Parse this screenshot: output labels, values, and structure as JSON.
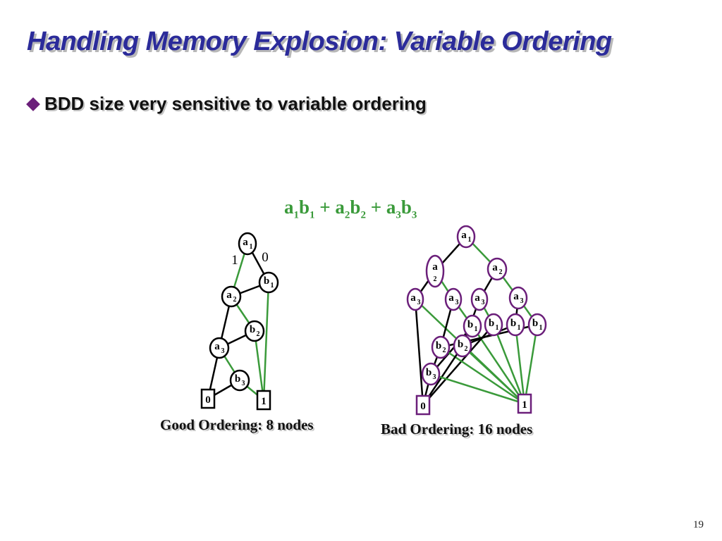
{
  "slide": {
    "title": "Handling Memory Explosion: Variable Ordering",
    "bullet": "BDD size very sensitive to variable ordering",
    "formula": [
      {
        "v": "a",
        "s": "1"
      },
      {
        "v": "b",
        "s": "1"
      },
      {
        "op": " + "
      },
      {
        "v": "a",
        "s": "2"
      },
      {
        "v": "b",
        "s": "2"
      },
      {
        "op": " + "
      },
      {
        "v": "a",
        "s": "3"
      },
      {
        "v": "b",
        "s": "3"
      }
    ],
    "page_number": "19"
  },
  "good_ordering": {
    "caption": "Good Ordering: 8 nodes",
    "edge_labels": {
      "high": "1",
      "low": "0"
    },
    "nodes": [
      {
        "id": "g-a1",
        "v": "a",
        "s": "1"
      },
      {
        "id": "g-b1",
        "v": "b",
        "s": "1"
      },
      {
        "id": "g-a2",
        "v": "a",
        "s": "2"
      },
      {
        "id": "g-b2",
        "v": "b",
        "s": "2"
      },
      {
        "id": "g-a3",
        "v": "a",
        "s": "3"
      },
      {
        "id": "g-b3",
        "v": "b",
        "s": "3"
      }
    ],
    "terminals": [
      {
        "id": "g-0",
        "label": "0"
      },
      {
        "id": "g-1",
        "label": "1"
      }
    ],
    "edges": [
      [
        "g-a1",
        "g-a2",
        "high"
      ],
      [
        "g-a1",
        "g-b1",
        "low"
      ],
      [
        "g-b1",
        "g-a2",
        "low"
      ],
      [
        "g-b1",
        "g-1",
        "high"
      ],
      [
        "g-a2",
        "g-a3",
        "low"
      ],
      [
        "g-a2",
        "g-b2",
        "high"
      ],
      [
        "g-b2",
        "g-a3",
        "low"
      ],
      [
        "g-b2",
        "g-1",
        "high"
      ],
      [
        "g-a3",
        "g-0",
        "low"
      ],
      [
        "g-a3",
        "g-b3",
        "high"
      ],
      [
        "g-b3",
        "g-0",
        "low"
      ],
      [
        "g-b3",
        "g-1",
        "high"
      ]
    ]
  },
  "bad_ordering": {
    "caption": "Bad Ordering: 16 nodes",
    "nodes": [
      {
        "id": "b-a1",
        "v": "a",
        "s": "1"
      },
      {
        "id": "b-a2l",
        "v": "a",
        "s": "2"
      },
      {
        "id": "b-a2r",
        "v": "a",
        "s": "2"
      },
      {
        "id": "b-a3a",
        "v": "a",
        "s": "3"
      },
      {
        "id": "b-a3b",
        "v": "a",
        "s": "3"
      },
      {
        "id": "b-a3c",
        "v": "a",
        "s": "3"
      },
      {
        "id": "b-a3d",
        "v": "a",
        "s": "3"
      },
      {
        "id": "b-b1a",
        "v": "b",
        "s": "1"
      },
      {
        "id": "b-b1b",
        "v": "b",
        "s": "1"
      },
      {
        "id": "b-b1c",
        "v": "b",
        "s": "1"
      },
      {
        "id": "b-b1d",
        "v": "b",
        "s": "1"
      },
      {
        "id": "b-b2a",
        "v": "b",
        "s": "2"
      },
      {
        "id": "b-b2b",
        "v": "b",
        "s": "2"
      },
      {
        "id": "b-b3",
        "v": "b",
        "s": "3"
      }
    ],
    "terminals": [
      {
        "id": "b-0",
        "label": "0"
      },
      {
        "id": "b-1",
        "label": "1"
      }
    ],
    "edges": [
      [
        "b-a1",
        "b-a2l",
        "low"
      ],
      [
        "b-a1",
        "b-a2r",
        "high"
      ],
      [
        "b-a2l",
        "b-a3a",
        "low"
      ],
      [
        "b-a2l",
        "b-a3b",
        "high"
      ],
      [
        "b-a2r",
        "b-a3c",
        "low"
      ],
      [
        "b-a2r",
        "b-a3d",
        "high"
      ],
      [
        "b-a3a",
        "b-0",
        "low"
      ],
      [
        "b-a3a",
        "b-1",
        "high"
      ],
      [
        "b-a3b",
        "b-b2a",
        "low"
      ],
      [
        "b-a3b",
        "b-b1a",
        "high"
      ],
      [
        "b-a3c",
        "b-b2b",
        "low"
      ],
      [
        "b-a3c",
        "b-b1b",
        "high"
      ],
      [
        "b-a3d",
        "b-b1c",
        "low"
      ],
      [
        "b-a3d",
        "b-b1d",
        "high"
      ],
      [
        "b-b1a",
        "b-b3",
        "low"
      ],
      [
        "b-b1a",
        "b-1",
        "high"
      ],
      [
        "b-b1b",
        "b-0",
        "low"
      ],
      [
        "b-b1b",
        "b-1",
        "high"
      ],
      [
        "b-b1c",
        "b-b2b",
        "low"
      ],
      [
        "b-b1c",
        "b-1",
        "high"
      ],
      [
        "b-b1d",
        "b-b2a",
        "low"
      ],
      [
        "b-b1d",
        "b-1",
        "high"
      ],
      [
        "b-b2a",
        "b-b3",
        "low"
      ],
      [
        "b-b2a",
        "b-1",
        "high"
      ],
      [
        "b-b2b",
        "b-0",
        "low"
      ],
      [
        "b-b2b",
        "b-1",
        "high"
      ],
      [
        "b-b3",
        "b-0",
        "low"
      ],
      [
        "b-b3",
        "b-1",
        "high"
      ]
    ]
  },
  "colors": {
    "title": "#2b2b9a",
    "bullet_diamond": "#6b1f7a",
    "formula": "#3a9a3a",
    "high_edge": "#3a9a3a",
    "low_edge": "#000000",
    "good_node_border": "#000000",
    "bad_node_border": "#6b1f7a"
  }
}
